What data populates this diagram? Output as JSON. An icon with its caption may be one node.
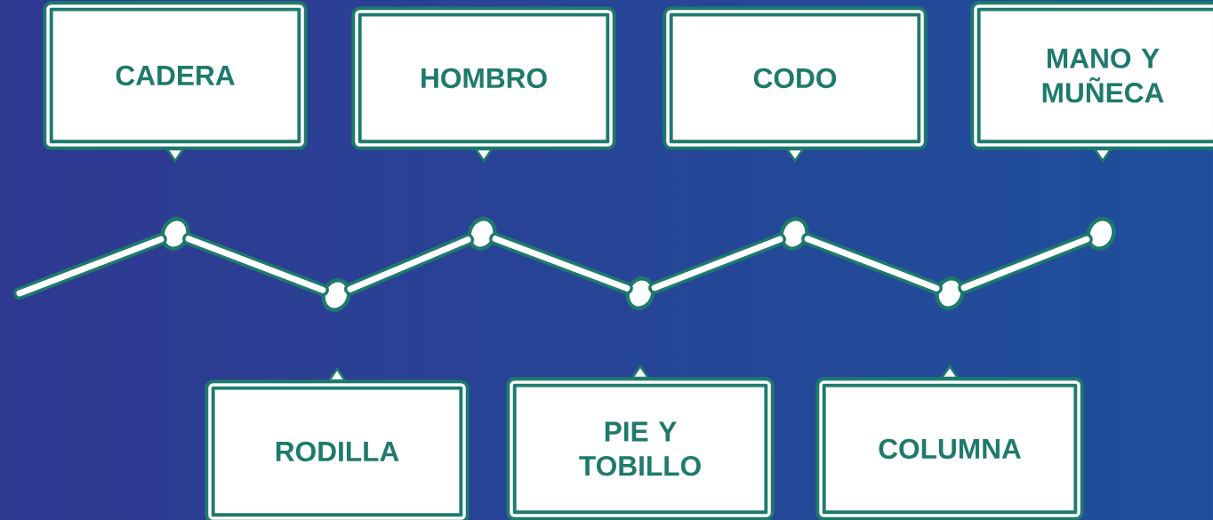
{
  "diagram": {
    "nodes": [
      {
        "text": [
          "CADERA"
        ]
      },
      {
        "text": [
          "HOMBRO"
        ]
      },
      {
        "text": [
          "CODO"
        ]
      },
      {
        "text": [
          "MANO Y MUÑECA"
        ]
      },
      {
        "text": [],
        "shape": "circle"
      },
      {
        "text": [],
        "shape": "circle"
      },
      {
        "text": [],
        "shape": "circle"
      },
      {
        "text": [],
        "shape": "circle"
      },
      {
        "text": [],
        "shape": "circle"
      },
      {
        "text": [],
        "shape": "circle"
      },
      {
        "text": [],
        "shape": "circle"
      },
      {
        "text": [
          "RODILLA"
        ]
      },
      {
        "text": [
          "PIE Y TOBILLO"
        ]
      },
      {
        "text": [
          "COLUMNA"
        ]
      }
    ],
    "edges": [
      {
        "from": null,
        "to": 4,
        "arrow": "none"
      },
      {
        "from": 4,
        "to": 5,
        "arrow": "none"
      },
      {
        "from": 5,
        "to": 6,
        "arrow": "none"
      },
      {
        "from": 6,
        "to": 7,
        "arrow": "none"
      },
      {
        "from": 7,
        "to": 8,
        "arrow": "none"
      },
      {
        "from": 8,
        "to": 9,
        "arrow": "none"
      },
      {
        "from": 9,
        "to": 10,
        "arrow": "none"
      }
    ]
  }
}
